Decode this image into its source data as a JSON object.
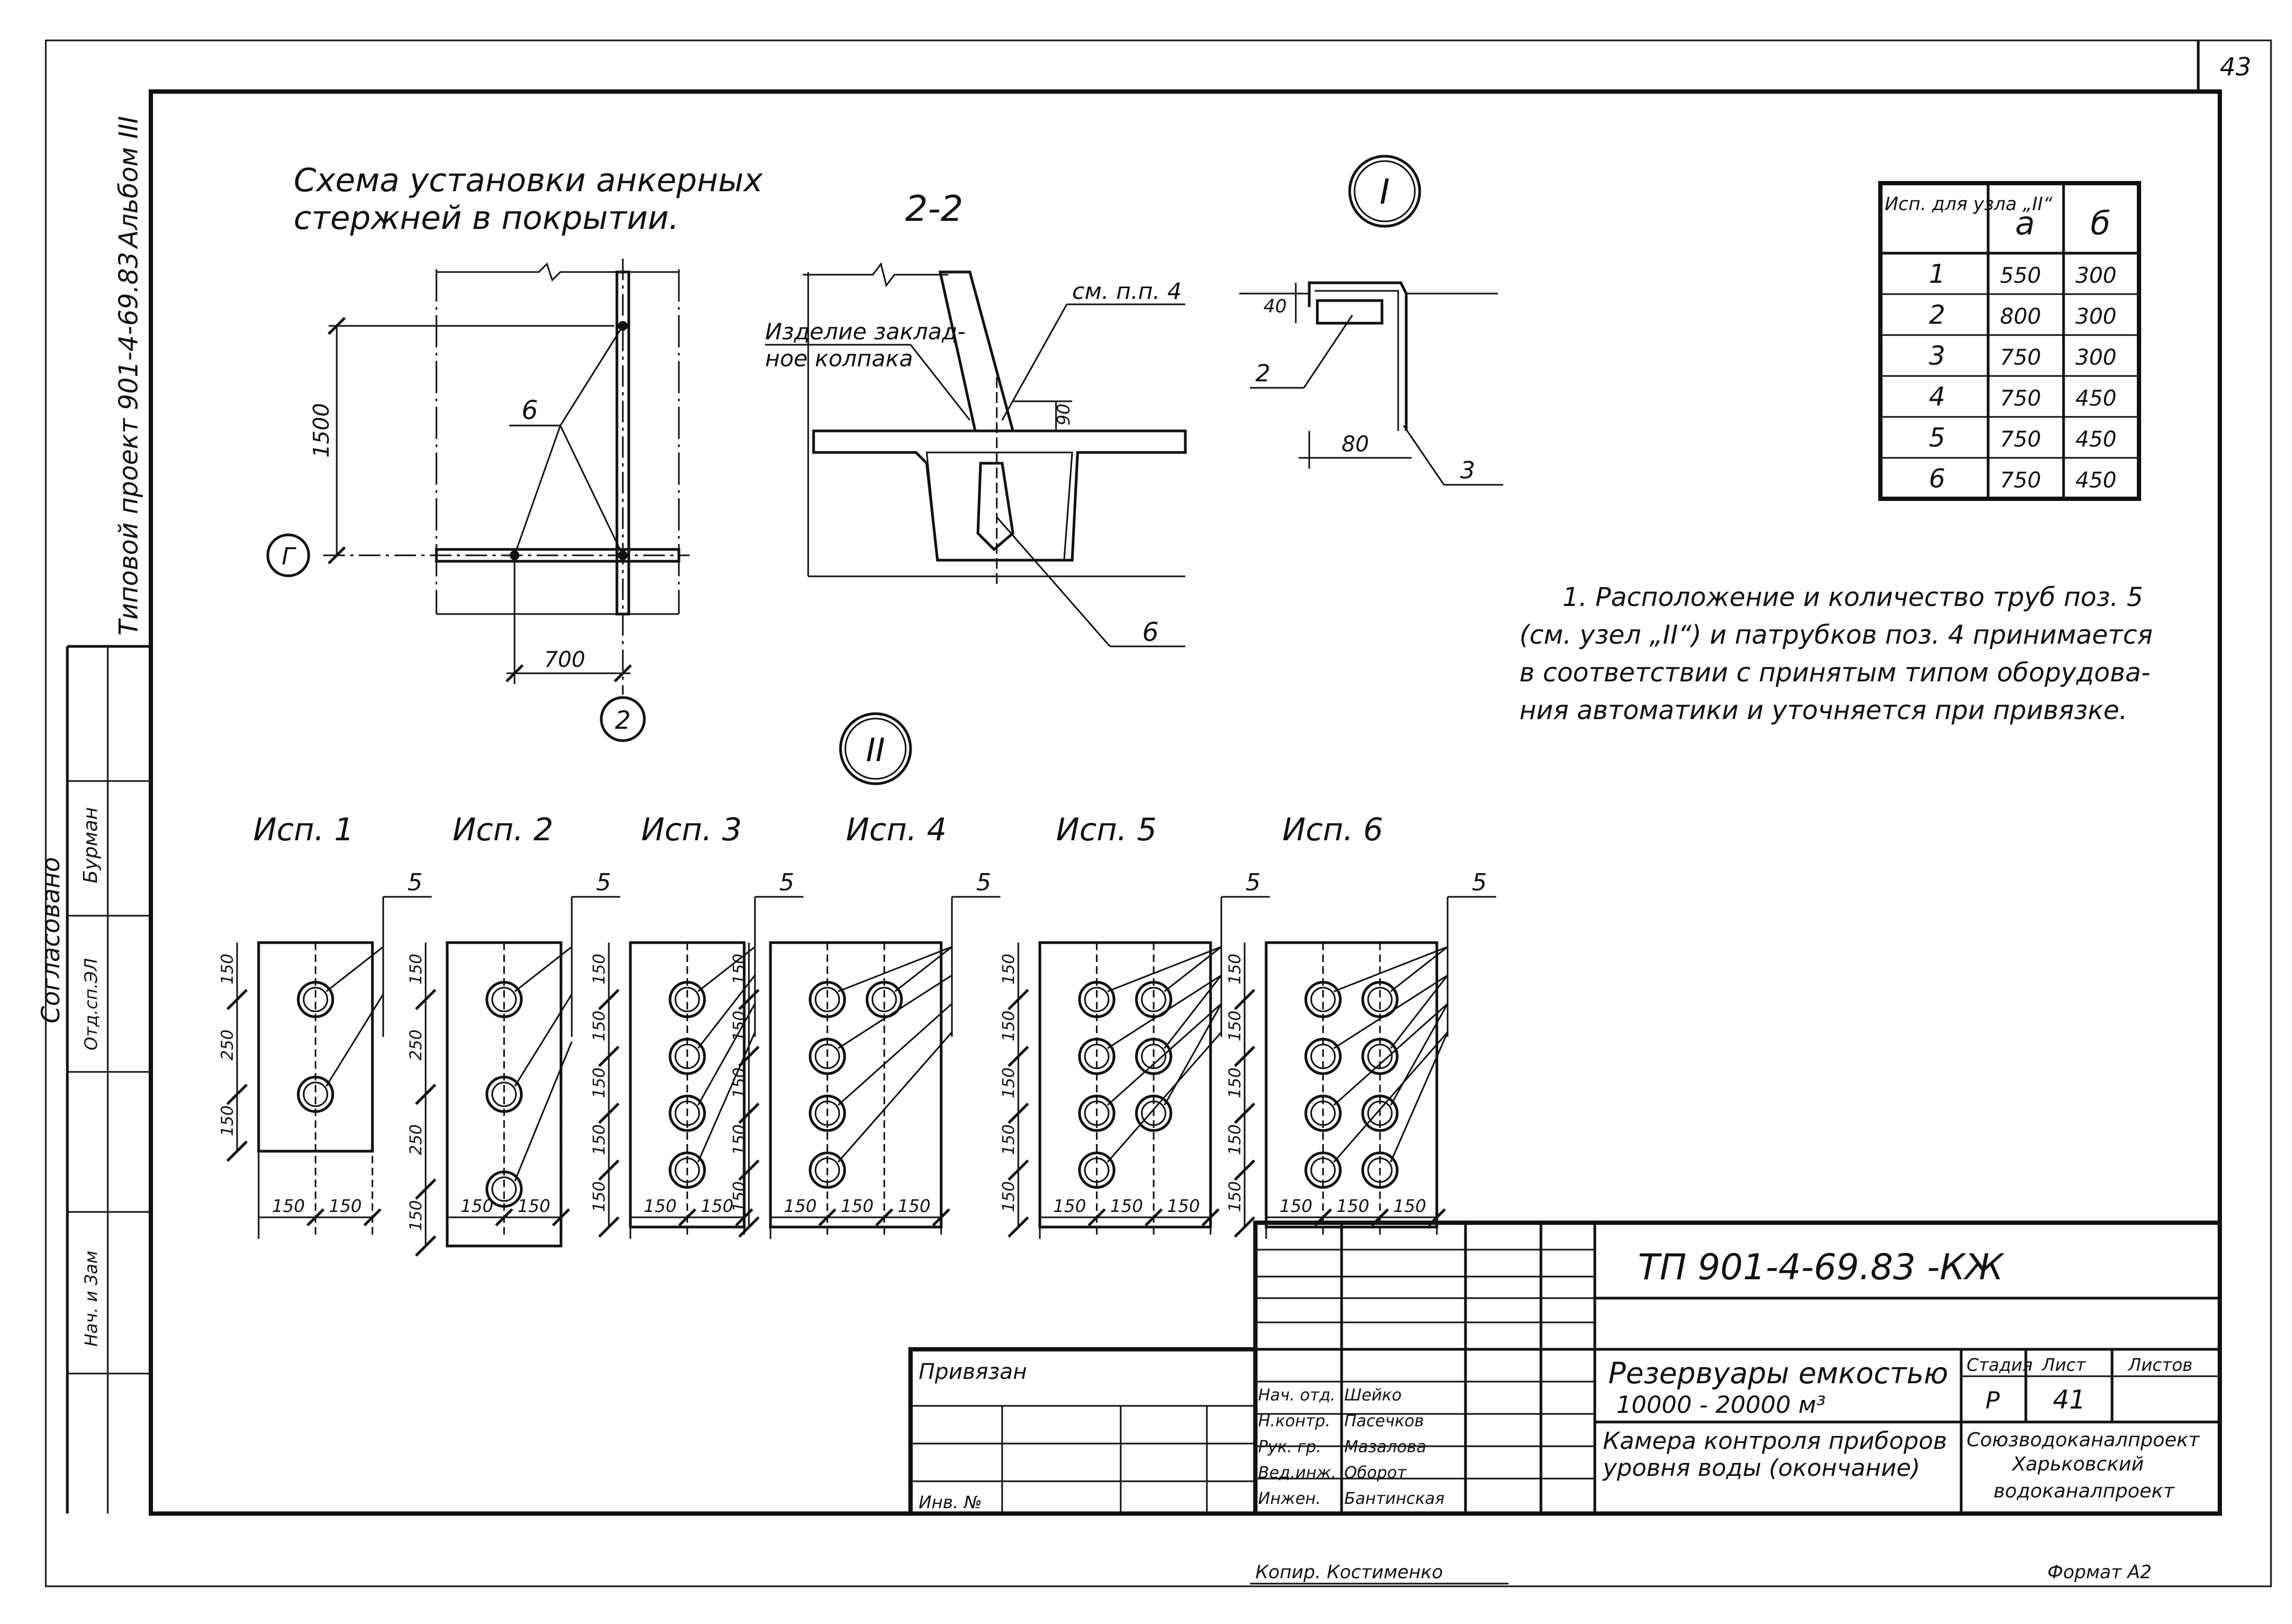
{
  "page_number": "43",
  "left_strip": {
    "project": "Типовой проект 901-4-69.83",
    "album": "Альбом III",
    "approved": "Согласовано",
    "approved_rows": [
      "Бурман",
      "Отд.сп.ЭЛ",
      "Нач. и Зам"
    ]
  },
  "anchor_scheme": {
    "title_line1": "Схема установки анкерных",
    "title_line2": "стержней в покрытии.",
    "dim_1500": "1500",
    "dim_700": "700",
    "label_6": "6",
    "axis_g": "Г",
    "axis_2": "2"
  },
  "section_2_2": {
    "title": "2-2",
    "label_item_line1": "Изделие заклад-",
    "label_item_line2": "ное колпака",
    "ref": "см. п.п. 4",
    "dim_90": "90",
    "label_6": "6"
  },
  "node_1": {
    "marker": "I",
    "dim_40": "40",
    "dim_80": "80",
    "label_2": "2",
    "label_3": "3"
  },
  "table": {
    "header": [
      "Исп. для узла „II“",
      "а",
      "б"
    ],
    "rows": [
      [
        "1",
        "550",
        "300"
      ],
      [
        "2",
        "800",
        "300"
      ],
      [
        "3",
        "750",
        "300"
      ],
      [
        "4",
        "750",
        "450"
      ],
      [
        "5",
        "750",
        "450"
      ],
      [
        "6",
        "750",
        "450"
      ]
    ]
  },
  "note": [
    "1. Расположение и количество труб поз. 5",
    "(см. узел „II“) и патрубков поз. 4 принимается",
    "в соответствии с принятым типом оборудова-",
    "ния автоматики и уточняется при привязке."
  ],
  "node_2": {
    "marker": "II",
    "variants": [
      {
        "title": "Исп. 1",
        "pos": "5",
        "dims_v": [
          "150",
          "250",
          "150"
        ],
        "dims_h": [
          "150",
          "150"
        ]
      },
      {
        "title": "Исп. 2",
        "pos": "5",
        "dims_v": [
          "150",
          "250",
          "250",
          "150"
        ],
        "dims_h": [
          "150",
          "150"
        ]
      },
      {
        "title": "Исп. 3",
        "pos": "5",
        "dims_v": [
          "150",
          "150",
          "150",
          "150",
          "150"
        ],
        "dims_h": [
          "150",
          "150"
        ]
      },
      {
        "title": "Исп. 4",
        "pos": "5",
        "dims_v": [
          "150",
          "150",
          "150",
          "150",
          "150"
        ],
        "dims_h": [
          "150",
          "150",
          "150"
        ]
      },
      {
        "title": "Исп. 5",
        "pos": "5",
        "dims_v": [
          "150",
          "150",
          "150",
          "150",
          "150"
        ],
        "dims_h": [
          "150",
          "150",
          "150"
        ]
      },
      {
        "title": "Исп. 6",
        "pos": "5",
        "dims_v": [
          "150",
          "150",
          "150",
          "150",
          "150"
        ],
        "dims_h": [
          "150",
          "150",
          "150"
        ]
      }
    ]
  },
  "title_block": {
    "code": "ТП 901-4-69.83 -КЖ",
    "linked": "Привязан",
    "inv": "Инв. №",
    "staff": [
      [
        "Нач. отд.",
        "Шейко"
      ],
      [
        "Н.контр.",
        "Пасечков"
      ],
      [
        "Рук. гр.",
        "Мазалова"
      ],
      [
        "Вед.инж.",
        "Оборот"
      ],
      [
        "Инжен.",
        "Бантинская"
      ]
    ],
    "object_line1": "Резервуары емкостью",
    "object_line2": "10000 - 20000 м³",
    "sheet_line1": "Камера контроля приборов",
    "sheet_line2": "уровня воды (окончание)",
    "stage_h": "Стадия",
    "sheet_h": "Лист",
    "sheets_h": "Листов",
    "stage": "Р",
    "sheet": "41",
    "org_line1": "Союзводоканалпроект",
    "org_line2": "Харьковский",
    "org_line3": "водоканалпроект"
  },
  "footer": {
    "copied": "Копир. Костименко",
    "format": "Формат А2"
  }
}
